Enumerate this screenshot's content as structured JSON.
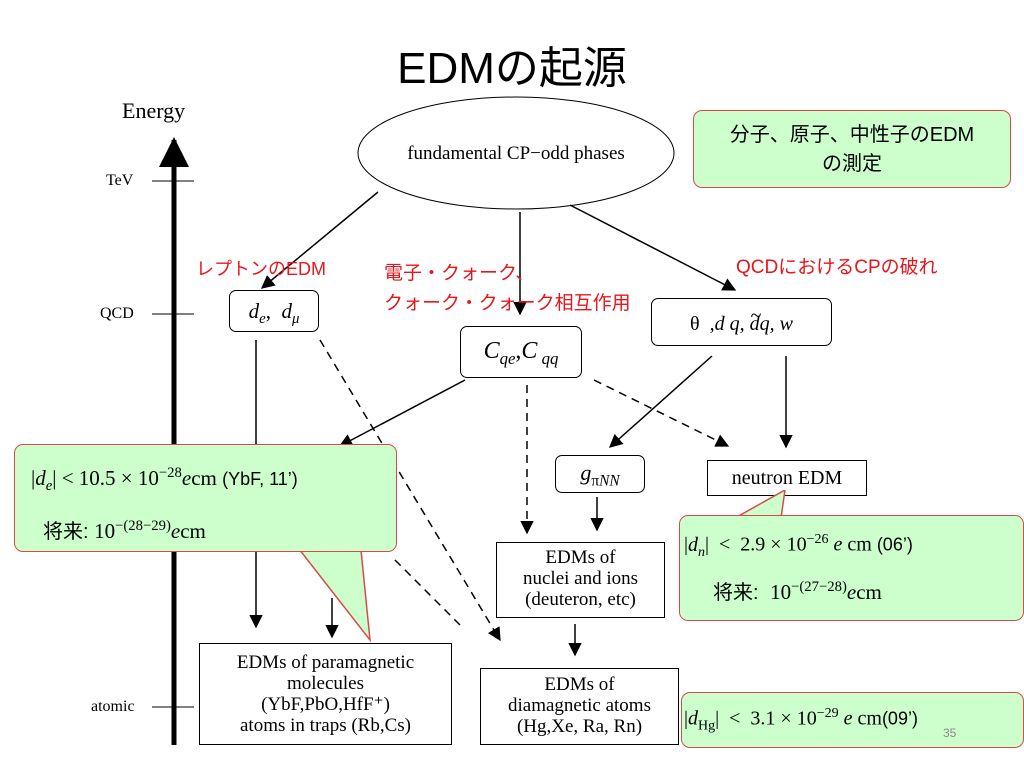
{
  "title": "EDMの起源",
  "axis": {
    "label": "Energy",
    "levels": [
      "TeV",
      "QCD",
      "atomic"
    ]
  },
  "nodes": {
    "phases": "fundamental CP−odd phases",
    "lepton_edm": "d_e, d_μ",
    "quark_ops": "C_qe, C_qq",
    "theta_terms": "θ ,d q, d̃q, w",
    "g_pinn": "g_πNN",
    "neutron_edm": "neutron EDM",
    "nuclei": [
      "EDMs of",
      "nuclei and ions",
      "(deuteron, etc)"
    ],
    "paramagnetic": [
      "EDMs of paramagnetic",
      "molecules",
      "(YbF,PbO,HfF⁺)",
      "atoms in traps (Rb,Cs)"
    ],
    "diamagnetic": [
      "EDMs of",
      "diamagnetic atoms",
      "(Hg,Xe, Ra, Rn)"
    ]
  },
  "labels": {
    "lepton": "レプトンのEDM",
    "electron_quark_1": "電子・クォーク、",
    "electron_quark_2": "クォーク・クォーク相互作用",
    "qcd_cp": "QCDにおけるCPの破れ"
  },
  "callouts": {
    "top_right": [
      "分子、原子、中性子のEDM",
      "の測定"
    ],
    "electron": {
      "limit": "|d_e| < 10.5 × 10^−28 ecm",
      "ref": "(YbF, 11’)",
      "future_label": "将来:",
      "future_value": "10^−(28−29) ecm"
    },
    "neutron": {
      "limit": "|d_n| < 2.9 × 10^−26 e cm",
      "ref": "(06’)",
      "future_label": "将来:",
      "future_value": "10^−(27−28) ecm"
    },
    "mercury": {
      "limit": "|d_Hg| < 3.1 × 10^−29 e cm",
      "ref": "(09’)"
    }
  },
  "page_number": "35",
  "colors": {
    "callout_fill": "#ccffcc",
    "callout_border": "#d84a4a",
    "annotation_red": "#e8151b"
  }
}
